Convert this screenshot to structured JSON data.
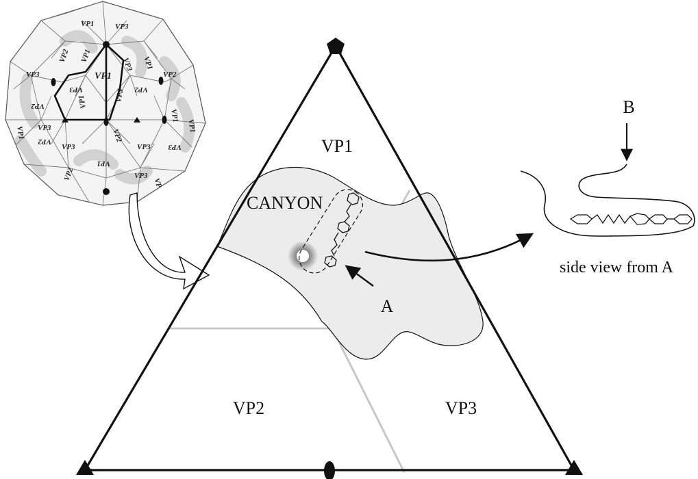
{
  "capsid": {
    "labels": [
      "VP1",
      "VP2",
      "VP3",
      "VP1",
      "VP2",
      "VP3",
      "VP2",
      "VP3",
      "VP1",
      "VP2",
      "VP3",
      "VP1",
      "VP2",
      "VP3",
      "VP1",
      "VP2",
      "VP3",
      "VP1",
      "VP2",
      "VP3",
      "VP1",
      "VP2",
      "VP3",
      "VP2",
      "VP3",
      "VP1"
    ]
  },
  "triangle": {
    "vp1_label": "VP1",
    "vp2_label": "VP2",
    "vp3_label": "VP3",
    "canyon_label": "CANYON",
    "pointer_a_label": "A"
  },
  "side_view": {
    "pointer_b_label": "B",
    "caption": "side view from A"
  }
}
